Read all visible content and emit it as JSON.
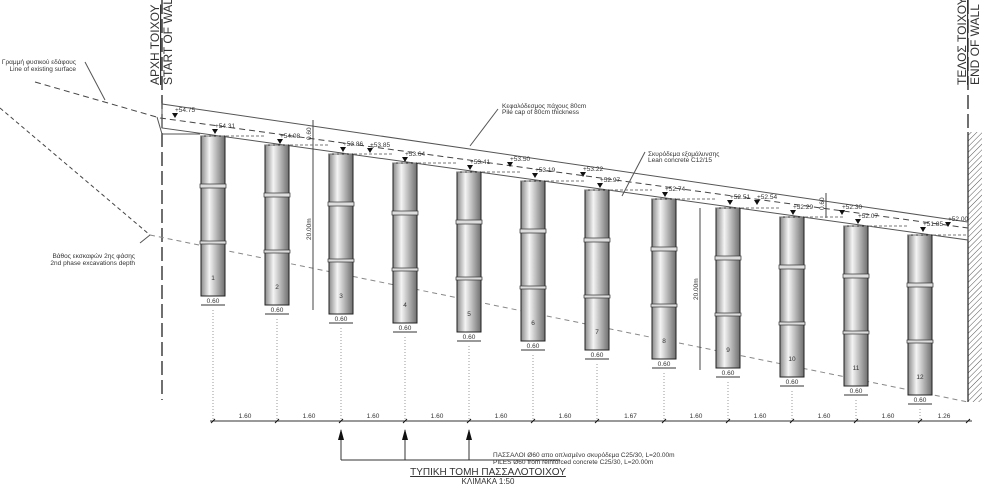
{
  "start_wall": {
    "greek": "ΑΡΧΗ ΤΟΙΧΟΥ",
    "english": "START OF WALL"
  },
  "end_wall": {
    "greek": "ΤΕΛΟΣ ΤΟΙΧΟΥ",
    "english": "END OF WALL"
  },
  "notes": {
    "existing_surface": {
      "greek": "Γραμμή φυσικού εδάφους",
      "english": "Line of existing surface"
    },
    "excavation": {
      "greek": "Βάθος εκσκαφών 2ης φάσης",
      "english": "2nd phase excavations depth"
    },
    "pile_cap": {
      "greek": "Κεφαλόδεσμος πάχους 80cm",
      "english": "Pile cap of 80cm thickness"
    },
    "lean_concrete": {
      "greek": "Σκυρόδεμα εξομάλυνσης",
      "english": "Lean concrete C12/15"
    },
    "piles": {
      "greek": "ΠΑΣΣΑΛΟΙ Ø60 απο οπλισμένο σκυρόδεμα C25/30, L=20.00m",
      "english": "PILES Ø60 from reinforced concrete C25/30, L=20.00m"
    }
  },
  "dims": {
    "cap_left": "0.60",
    "cap_right": "0.60",
    "pile_length_left": "20.00m",
    "pile_length_right": "20.00m"
  },
  "piles": [
    {
      "number": "1",
      "width": "0.60"
    },
    {
      "number": "2",
      "width": "0.60"
    },
    {
      "number": "3",
      "width": "0.60"
    },
    {
      "number": "4",
      "width": "0.60"
    },
    {
      "number": "5",
      "width": "0.60"
    },
    {
      "number": "6",
      "width": "0.60"
    },
    {
      "number": "7",
      "width": "0.60"
    },
    {
      "number": "8",
      "width": "0.60"
    },
    {
      "number": "9",
      "width": "0.60"
    },
    {
      "number": "10",
      "width": "0.60"
    },
    {
      "number": "11",
      "width": "0.60"
    },
    {
      "number": "12",
      "width": "0.60"
    }
  ],
  "elevations": [
    "+54.75",
    "+54.31",
    "+54.08",
    "+53.86",
    "+53.85",
    "+53.64",
    "+53.41",
    "+53.50",
    "+53.19",
    "+53.22",
    "+52.97",
    "+52.74",
    "+52.51",
    "+52.54",
    "+52.29",
    "+52.30",
    "+52.07",
    "+51.85",
    "+52.00"
  ],
  "spacings": [
    "1.60",
    "1.60",
    "1.60",
    "1.60",
    "1.60",
    "1.60",
    "1.67",
    "1.60",
    "1.60",
    "1.60",
    "1.60",
    "1.26"
  ],
  "title": "ΤΥΠΙΚΗ ΤΟΜΗ ΠΑΣΣΑΛΟΤΟΙΧΟΥ",
  "scale": "ΚΛΙΜΑΚΑ 1:50"
}
